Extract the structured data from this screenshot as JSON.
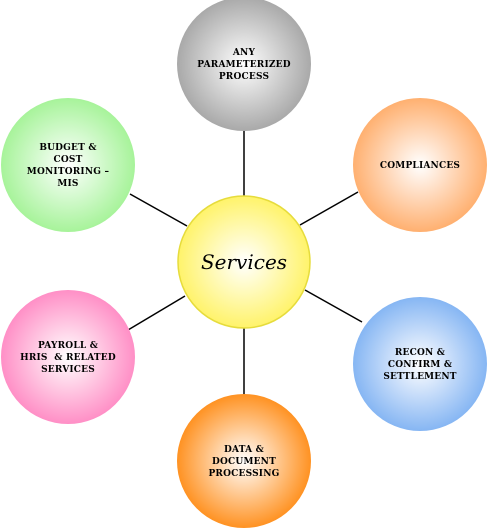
{
  "center": {
    "label": "Services",
    "color": "#fff36a"
  },
  "nodes": [
    {
      "id": "any-parameterized-process",
      "lines": [
        "ANY",
        "PARAMETERIZED",
        "PROCESS"
      ],
      "color": "#a9a9a9"
    },
    {
      "id": "compliances",
      "lines": [
        "COMPLIANCES"
      ],
      "color": "#ffb070"
    },
    {
      "id": "recon-confirm-settlement",
      "lines": [
        "RECON &",
        "CONFIRM &",
        "SETTLEMENT"
      ],
      "color": "#86b6f3"
    },
    {
      "id": "data-document-processing",
      "lines": [
        "DATA &",
        "DOCUMENT",
        "PROCESSING"
      ],
      "color": "#ff9222"
    },
    {
      "id": "payroll-hris-related-services",
      "lines": [
        "PAYROLL &",
        "HRIS  & RELATED",
        "SERVICES"
      ],
      "color": "#ff8fc6"
    },
    {
      "id": "budget-cost-monitoring-mis",
      "lines": [
        "BUDGET &",
        "COST",
        "MONITORING –",
        "MIS"
      ],
      "color": "#a7f39a"
    }
  ],
  "connector_color": "#000000"
}
